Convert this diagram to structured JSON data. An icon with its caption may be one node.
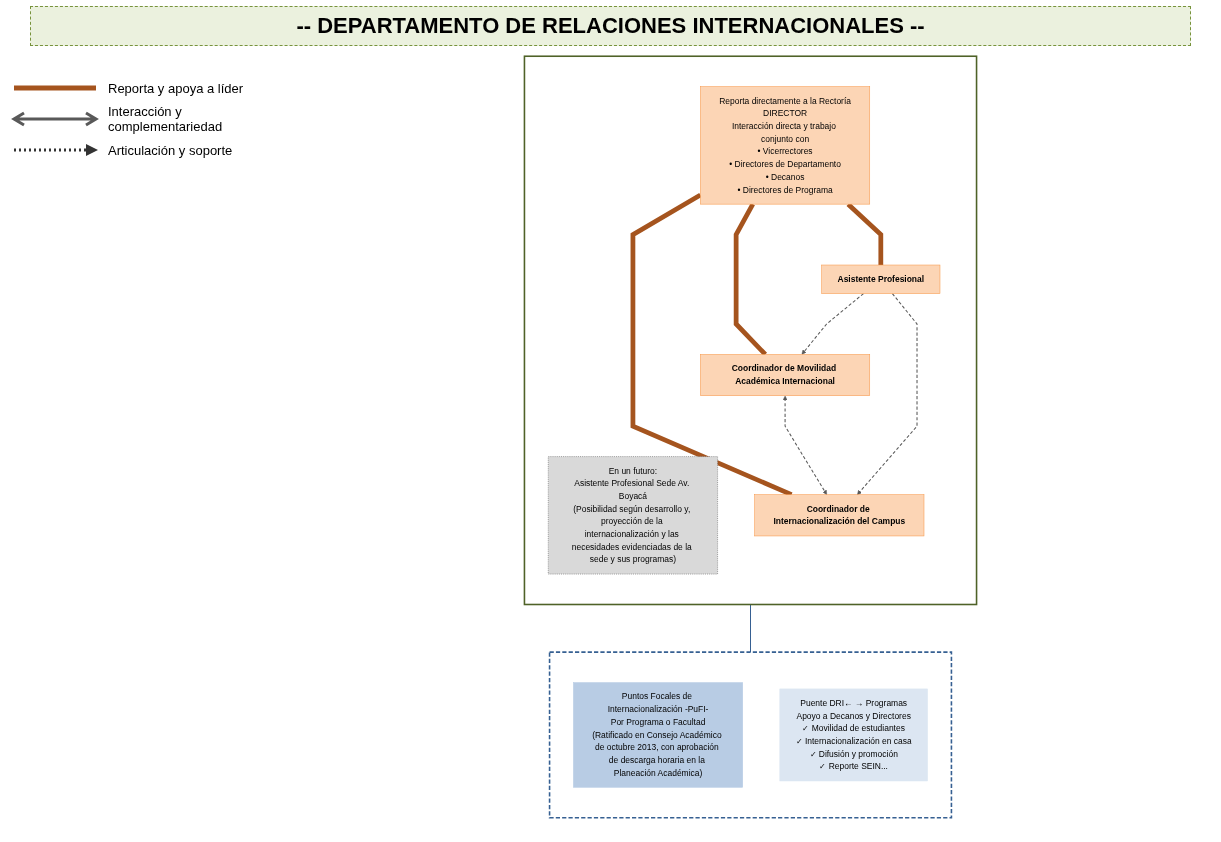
{
  "diagram": {
    "title": "-- DEPARTAMENTO DE RELACIONES INTERNACIONALES --",
    "nodes": [
      {
        "text": [],
        "shape": "box"
      },
      {
        "text": [
          "Reporta directamente a la Rectoría",
          "DIRECTOR",
          "Interacción directa y trabajo conjunto con",
          "• Vicerrectores",
          "• Directores de Departamento",
          "• Decanos",
          "• Directores de Programa"
        ],
        "in": 0
      },
      {
        "text": [
          "Coordinador de Movilidad Académica Internacional"
        ],
        "in": 0
      },
      {
        "text": [
          "Coordinador de Internacionalización del Campus"
        ],
        "in": 0
      },
      {
        "text": [
          "Asistente Profesional"
        ],
        "in": 0
      },
      {
        "text": [
          "En un futuro:",
          "Asistente Profesional Sede Av. Boyacá",
          "(Posibilidad según desarrollo y, proyección de la internacionalización y las necesidades evidenciadas de la sede y sus programas)"
        ],
        "in": 0
      },
      {
        "text": [],
        "shape": "box"
      },
      {
        "text": [
          "Puntos Focales de Internacionalización -PuFI-",
          "Por Programa o Facultad",
          "(Ratificado en Consejo Académico de octubre 2013, con aprobación de descarga horaria en la Planeación Académica)"
        ],
        "in": 6
      },
      {
        "text": [
          "Puente DRI← → Programas",
          "Apoyo a Decanos y Directores",
          "✓ Movilidad de estudiantes",
          "✓ Internacionalización en casa",
          "✓ Difusión y promoción",
          "✓ Reporte SEIN..."
        ],
        "in": 6
      }
    ],
    "edges": [
      {
        "from": 1,
        "to": 2,
        "arrow": "none",
        "style": "thick",
        "color": "#a5541e"
      },
      {
        "from": 1,
        "to": 3,
        "arrow": "none",
        "style": "thick",
        "color": "#a5541e"
      },
      {
        "from": 1,
        "to": 4,
        "arrow": "none",
        "style": "thick",
        "color": "#a5541e"
      },
      {
        "from": 2,
        "to": 3,
        "arrow": "both",
        "style": "dashed",
        "color": "#595959"
      },
      {
        "from": 4,
        "to": 2,
        "arrow": "to",
        "style": "dashed",
        "color": "#595959"
      },
      {
        "from": 4,
        "to": 3,
        "arrow": "to",
        "style": "dashed",
        "color": "#595959"
      },
      {
        "from": 0,
        "to": 6,
        "arrow": "none",
        "color": "#366092"
      }
    ],
    "legend": [
      {
        "text": "Reporta y apoya a líder"
      },
      {
        "text": "Interacción y complementariedad"
      },
      {
        "text": "Articulación y soporte"
      }
    ]
  }
}
